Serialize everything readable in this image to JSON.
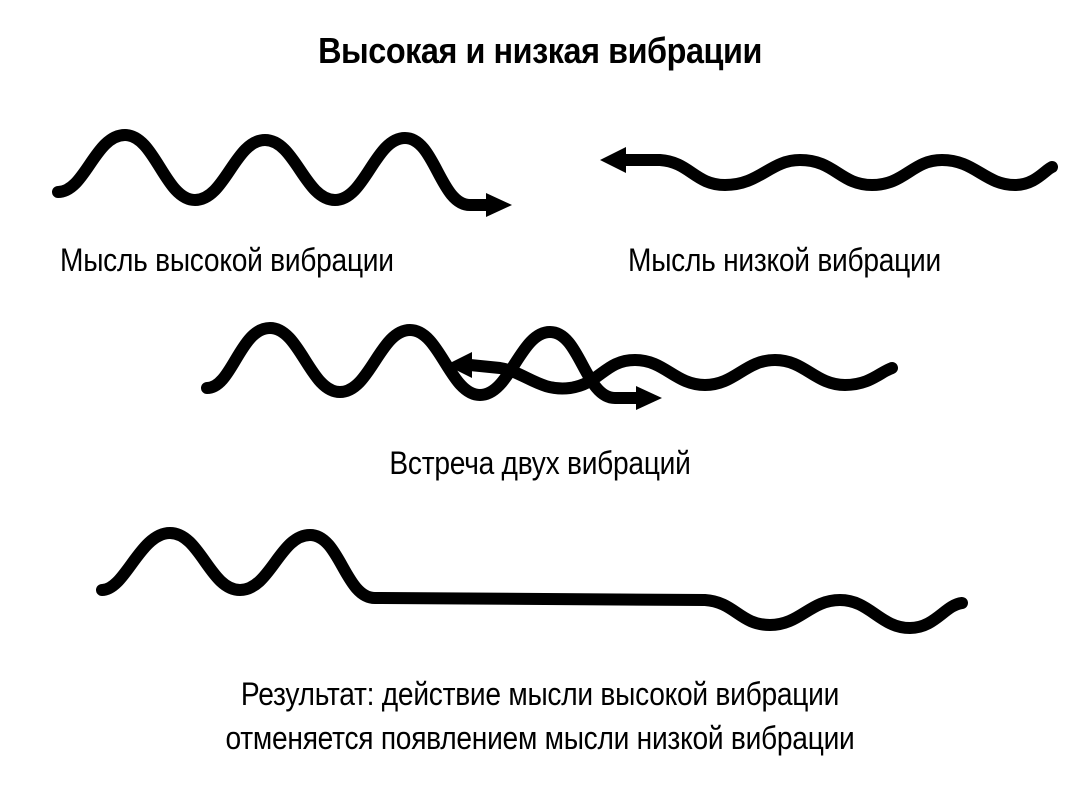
{
  "title": "Высокая и низкая вибрации",
  "captions": {
    "high": "Мысль высокой вибрации",
    "low": "Мысль низкой вибрации",
    "meeting": "Встреча двух вибраций",
    "result_line1": "Результат: действие мысли высокой вибрации",
    "result_line2": "отменяется появлением мысли низкой вибрации"
  },
  "colors": {
    "ink": "#000000",
    "background": "#ffffff"
  }
}
